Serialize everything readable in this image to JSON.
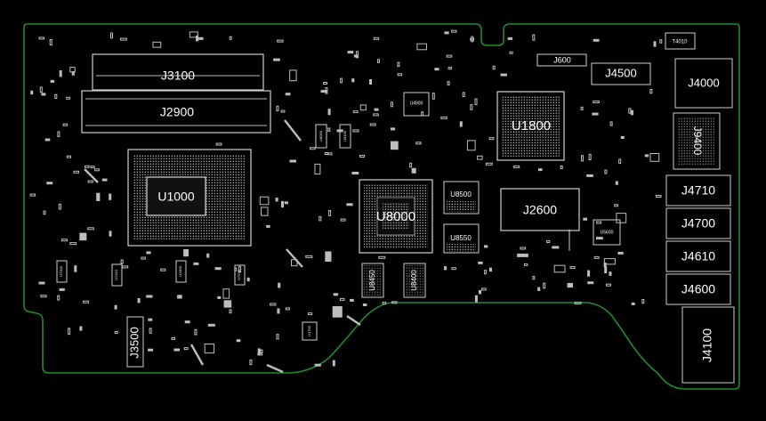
{
  "colors": {
    "background": "#000000",
    "board_outline": "#1f8a2e",
    "silkscreen": "#d8d8d8",
    "label": "#ffffff"
  },
  "labels": {
    "j3100": "J3100",
    "j2900": "J2900",
    "u1000": "U1000",
    "u8000": "U8000",
    "u1800": "U1800",
    "j2600": "J2600",
    "j600": "J600",
    "j4500": "J4500",
    "j4000": "J4000",
    "j9400": "J9400",
    "j4710": "J4710",
    "j4700": "J4700",
    "j4610": "J4610",
    "j4600": "J4600",
    "j4100": "J4100",
    "j3500": "J3500",
    "t4010": "T4010",
    "u8500": "U8500",
    "u8550": "U8550",
    "u8450": "U8450",
    "u8400": "U8400",
    "u4900": "U4900",
    "u5600": "U5600",
    "u6000": "U6000",
    "u6100": "U6100",
    "u7200": "U7200",
    "u7210": "U7210",
    "u1300": "U1300",
    "u7270": "U7270",
    "u1700": "U1700"
  }
}
